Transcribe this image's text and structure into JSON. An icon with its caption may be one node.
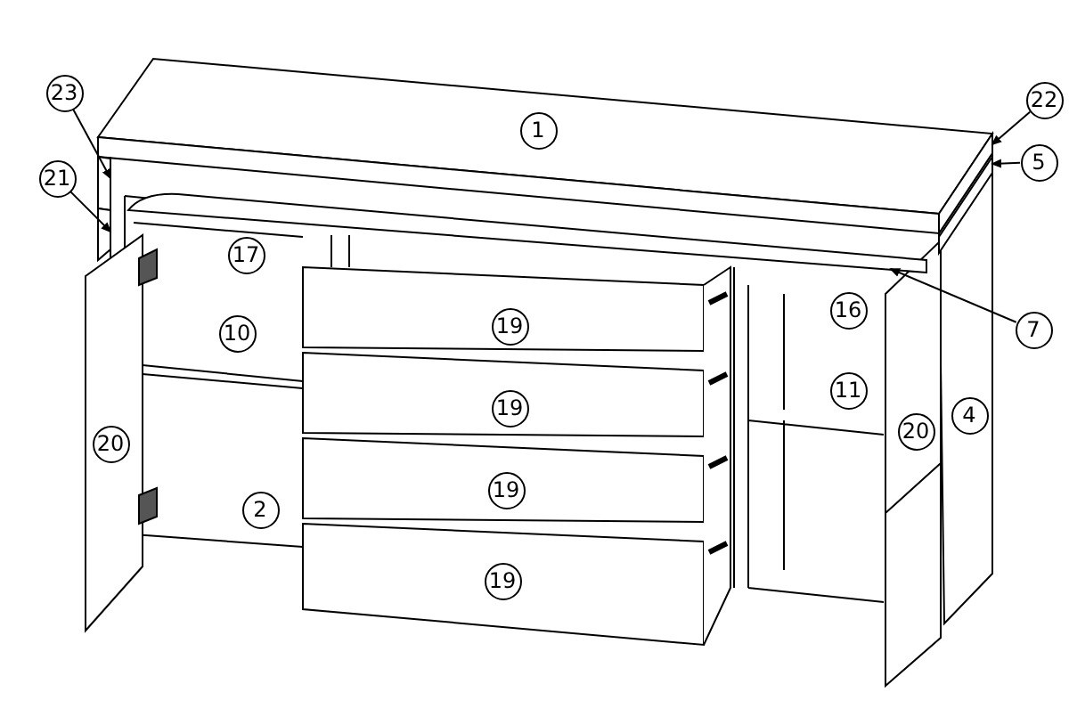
{
  "diagram": {
    "nodes": [
      {
        "text": [
          "23"
        ]
      },
      {
        "text": [
          "21"
        ]
      },
      {
        "text": [
          "22"
        ]
      },
      {
        "text": [
          "5"
        ]
      },
      {
        "text": [
          "1"
        ]
      },
      {
        "text": [
          "17"
        ]
      },
      {
        "text": [
          "16"
        ]
      },
      {
        "text": [
          "7"
        ]
      },
      {
        "text": [
          "10"
        ]
      },
      {
        "text": [
          "19"
        ]
      },
      {
        "text": [
          "11"
        ]
      },
      {
        "text": [
          "4"
        ]
      },
      {
        "text": [
          "19"
        ]
      },
      {
        "text": [
          "20"
        ]
      },
      {
        "text": [
          "20"
        ]
      },
      {
        "text": [
          "19"
        ]
      },
      {
        "text": [
          "2"
        ]
      },
      {
        "text": [
          "19"
        ]
      },
      {
        "text": [],
        "shape": "box"
      },
      {
        "text": [],
        "shape": "box"
      },
      {
        "text": [],
        "shape": "box"
      },
      {
        "text": [],
        "shape": "box"
      },
      {
        "text": [],
        "shape": "box"
      }
    ],
    "edges": [
      {
        "from": 0,
        "to": 18,
        "arrow": "to"
      },
      {
        "from": 1,
        "to": 19,
        "arrow": "to"
      },
      {
        "from": 2,
        "to": 20,
        "arrow": "to"
      },
      {
        "from": 3,
        "to": 21,
        "arrow": "to"
      },
      {
        "from": 7,
        "to": 22,
        "arrow": "to"
      }
    ]
  }
}
